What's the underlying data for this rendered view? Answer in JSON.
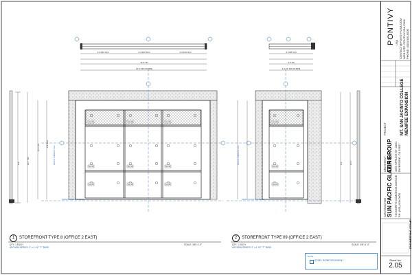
{
  "views": [
    {
      "number": "1",
      "title": "STOREFRONT TYPE 8 (OFFICE 2 EAST)",
      "qty": "QTY: 1 EACH",
      "series": "ARCADIA SERIES: 2\" x 4 1/2\" \"T\" BASE",
      "scale": "SCALE: 3/8\"=1'-0\""
    },
    {
      "number": "2",
      "title": "STOREFRONT TYPE 09 (OFFICE 2 EAST)",
      "qty": "QTY: 1 EACH",
      "series": "ARCADIA SERIES: 2\" x 4 1/2\" \"T\" BASE",
      "scale": "SCALE: 3/8\"=1'-0\""
    }
  ],
  "note": {
    "title": "NOTE",
    "text": "STEEL REINFORCEMENT"
  },
  "title_block": {
    "company": "PONTIVY",
    "company_suffix": "USA",
    "address": "CONTACT@PONTIVYUSA.COM",
    "city": "WEB SITE: PONTIVYUSA.COM",
    "phone": "PHONE: (000) 000-0000",
    "architect_label": "ARCHITECT",
    "architect": "DLR GROUP",
    "architect_address": "1650 SPRUCE ST, #300",
    "architect_city": "RIVERSIDE, CA 92507",
    "project_label": "PROJECT",
    "project": "MT. SAN JACINTO COLLEGE",
    "project_sub": "MENIFEE EXPANSION",
    "contractor_label": "CONTRACTOR",
    "contractor": "SUN PACIFIC GLAZING",
    "contractor_address": "730 NORTH COMMONS AVENUE",
    "contractor_phone": "PH: (951) 000-0000",
    "stamp_label": "ENGINEERING STAMP",
    "sheet_label": "Sheet No.",
    "sheet_number": "2.05"
  }
}
